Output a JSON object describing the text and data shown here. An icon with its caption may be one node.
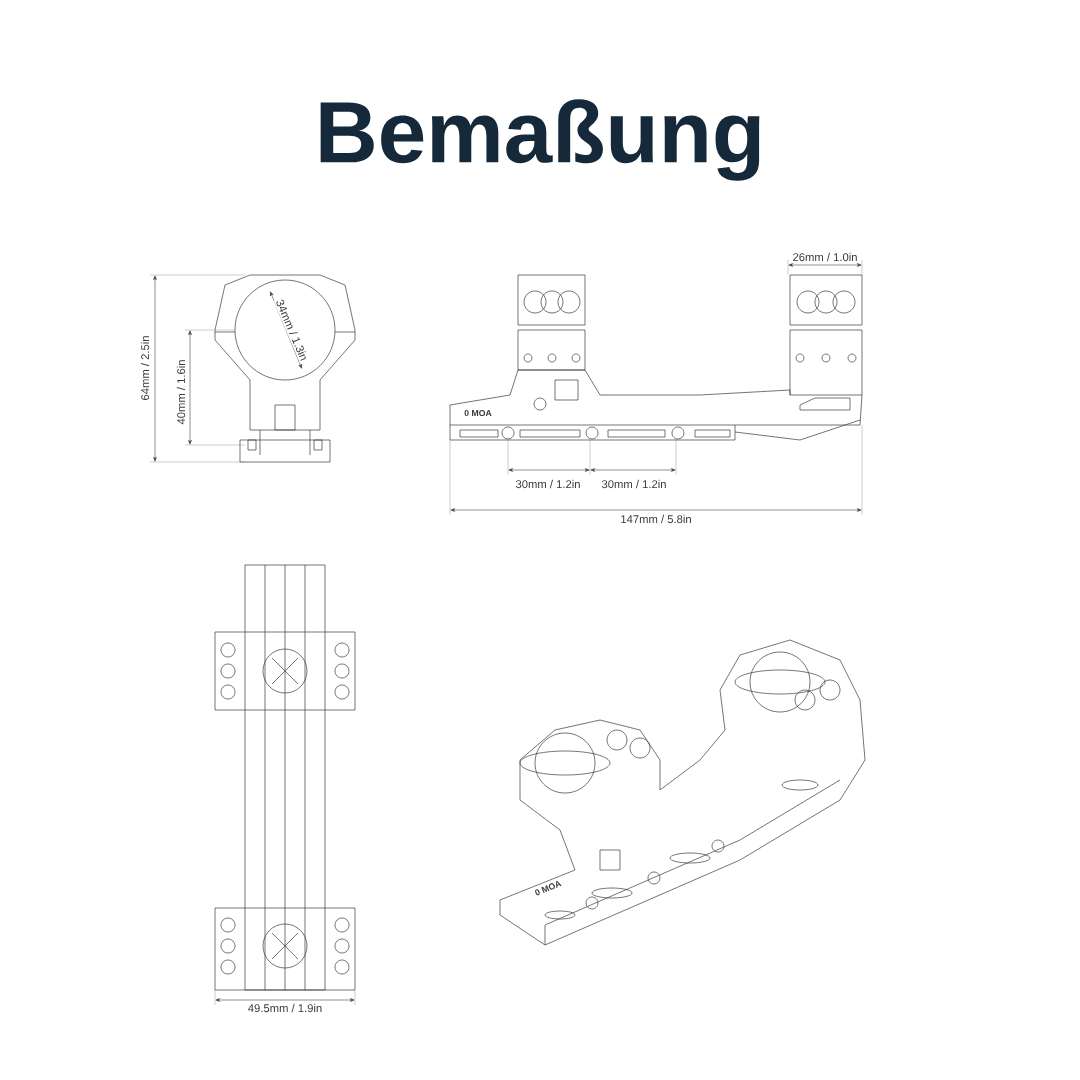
{
  "diagram": {
    "title": "Bemaßung",
    "labels": [
      "26mm / 1.0in",
      "34mm / 1.3in",
      "64mm / 2.5in",
      "40mm / 1.6in",
      "0 MOA",
      "30mm / 1.2in",
      "30mm / 1.2in",
      "147mm / 5.8in",
      "0 MOA",
      "49.5mm / 1.9in"
    ]
  }
}
